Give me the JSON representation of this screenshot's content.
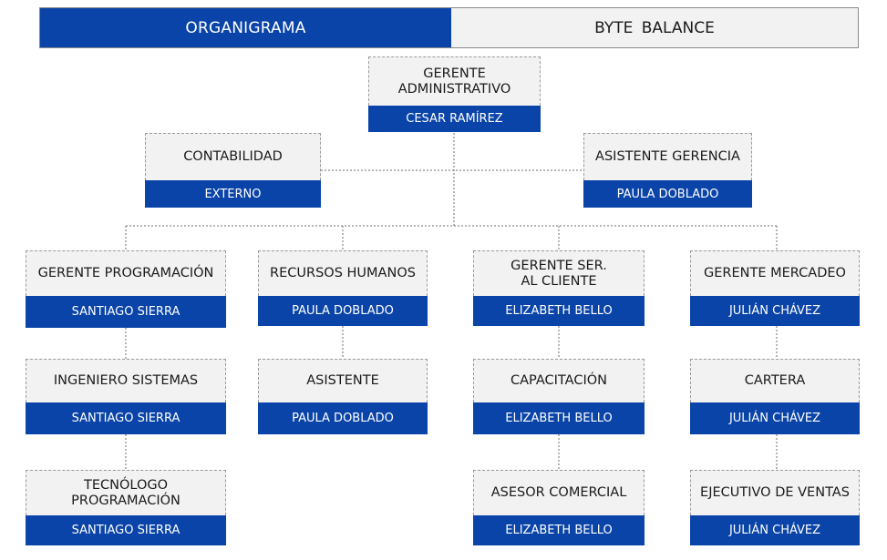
{
  "header": {
    "left": "ORGANIGRAMA",
    "right": "BYTE  BALANCE"
  },
  "nodes": {
    "gerente_admin": {
      "title": "GERENTE ADMINISTRATIVO",
      "person": "CESAR RAMÍREZ"
    },
    "contabilidad": {
      "title": "CONTABILIDAD",
      "person": "EXTERNO"
    },
    "asistente_gerencia": {
      "title": "ASISTENTE GERENCIA",
      "person": "PAULA DOBLADO"
    },
    "gerente_programacion": {
      "title": "GERENTE PROGRAMACIÓN",
      "person": "SANTIAGO SIERRA"
    },
    "recursos_humanos": {
      "title": "RECURSOS HUMANOS",
      "person": "PAULA DOBLADO"
    },
    "gerente_servicio": {
      "title": "GERENTE SER. AL CLIENTE",
      "person": "ELIZABETH BELLO"
    },
    "gerente_mercadeo": {
      "title": "GERENTE MERCADEO",
      "person": "JULIÁN CHÁVEZ"
    },
    "ingeniero_sistemas": {
      "title": "INGENIERO SISTEMAS",
      "person": "SANTIAGO SIERRA"
    },
    "asistente": {
      "title": "ASISTENTE",
      "person": "PAULA DOBLADO"
    },
    "capacitacion": {
      "title": "CAPACITACIÓN",
      "person": "ELIZABETH BELLO"
    },
    "cartera": {
      "title": "CARTERA",
      "person": "JULIÁN CHÁVEZ"
    },
    "tecnologo": {
      "title": "TECNÓLOGO PROGRAMACIÓN",
      "person": "SANTIAGO SIERRA"
    },
    "asesor": {
      "title": "ASESOR COMERCIAL",
      "person": "ELIZABETH BELLO"
    },
    "ejecutivo": {
      "title": "EJECUTIVO DE VENTAS",
      "person": "JULIÁN CHÁVEZ"
    }
  }
}
